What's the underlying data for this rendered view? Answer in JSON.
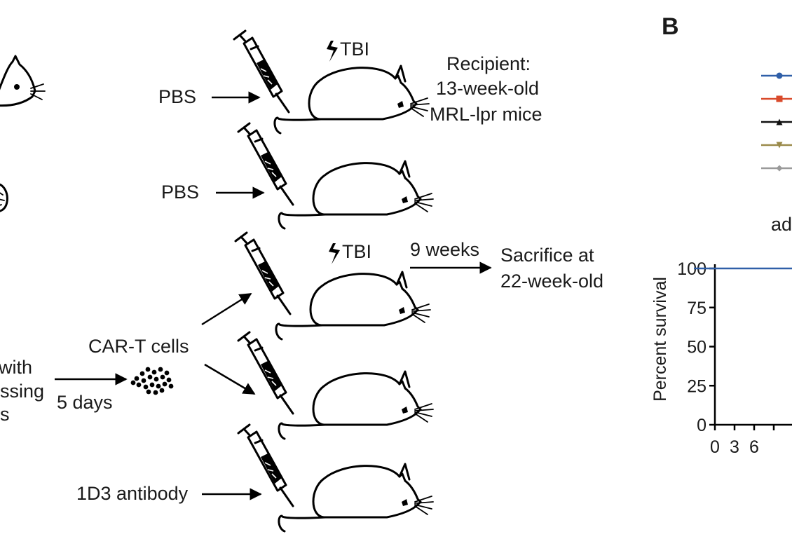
{
  "panel_b": {
    "letter": "B"
  },
  "labels": {
    "pbs_1": "PBS",
    "pbs_2": "PBS",
    "tbi_1": "TBI",
    "tbi_2": "TBI",
    "recipient_line1": "Recipient:",
    "recipient_line2": "13-week-old",
    "recipient_line3": "MRL-lpr mice",
    "nine_weeks": "9 weeks",
    "sacrifice_line1": "Sacrifice at",
    "sacrifice_line2": "22-week-old",
    "car_t_cells": "CAR-T cells",
    "five_days": "5 days",
    "left_with": "with",
    "left_ssing": "ssing",
    "left_s": "s",
    "antibody": "1D3 antibody",
    "partial_ad": "ad"
  },
  "legend": {
    "colors": [
      "#2f5fa8",
      "#d94a2b",
      "#111111",
      "#9a8a4a",
      "#9a9a9a"
    ],
    "markers": [
      "circle",
      "square",
      "triangle-up",
      "triangle-down",
      "diamond"
    ]
  },
  "chart_data": {
    "type": "line",
    "xlabel": "",
    "ylabel": "Percent survival",
    "y_ticks": [
      "0",
      "25",
      "50",
      "75",
      "100"
    ],
    "x_ticks": [
      "0",
      "3",
      "6"
    ],
    "ylim": [
      0,
      100
    ],
    "series": [
      {
        "color": "#2f5fa8",
        "x": [
          0,
          7
        ],
        "values": [
          100,
          100
        ]
      }
    ]
  }
}
